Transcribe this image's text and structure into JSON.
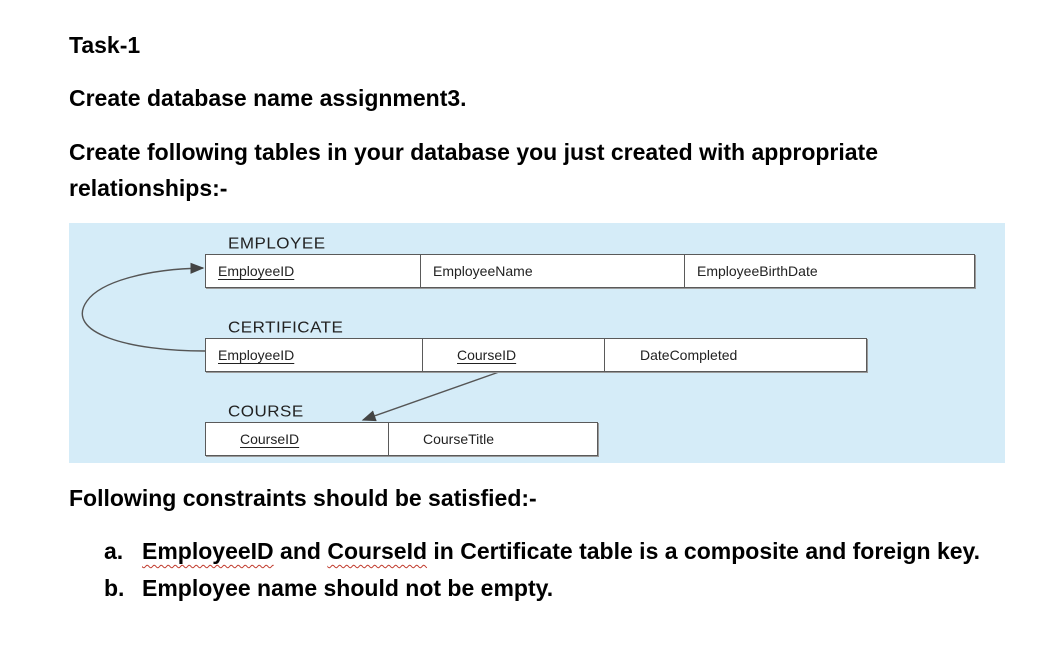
{
  "title": "Task-1",
  "instruction_db": "Create database name assignment3.",
  "instruction_tables": "Create following tables in your database you just created with appropriate relationships:-",
  "diagram": {
    "tables": [
      {
        "name": "EMPLOYEE",
        "columns": [
          "EmployeeID",
          "EmployeeName",
          "EmployeeBirthDate"
        ]
      },
      {
        "name": "CERTIFICATE",
        "columns": [
          "EmployeeID",
          "CourseID",
          "DateCompleted"
        ]
      },
      {
        "name": "COURSE",
        "columns": [
          "CourseID",
          "CourseTitle"
        ]
      }
    ]
  },
  "constraints_heading": "Following constraints should be satisfied:-",
  "constraints": [
    {
      "marker": "a.",
      "term_employee": "EmployeeID",
      "and": "and",
      "term_course": "CourseId",
      "rest": "in Certificate table is a composite and foreign key."
    },
    {
      "marker": "b.",
      "text": "Employee name should not be empty."
    }
  ]
}
